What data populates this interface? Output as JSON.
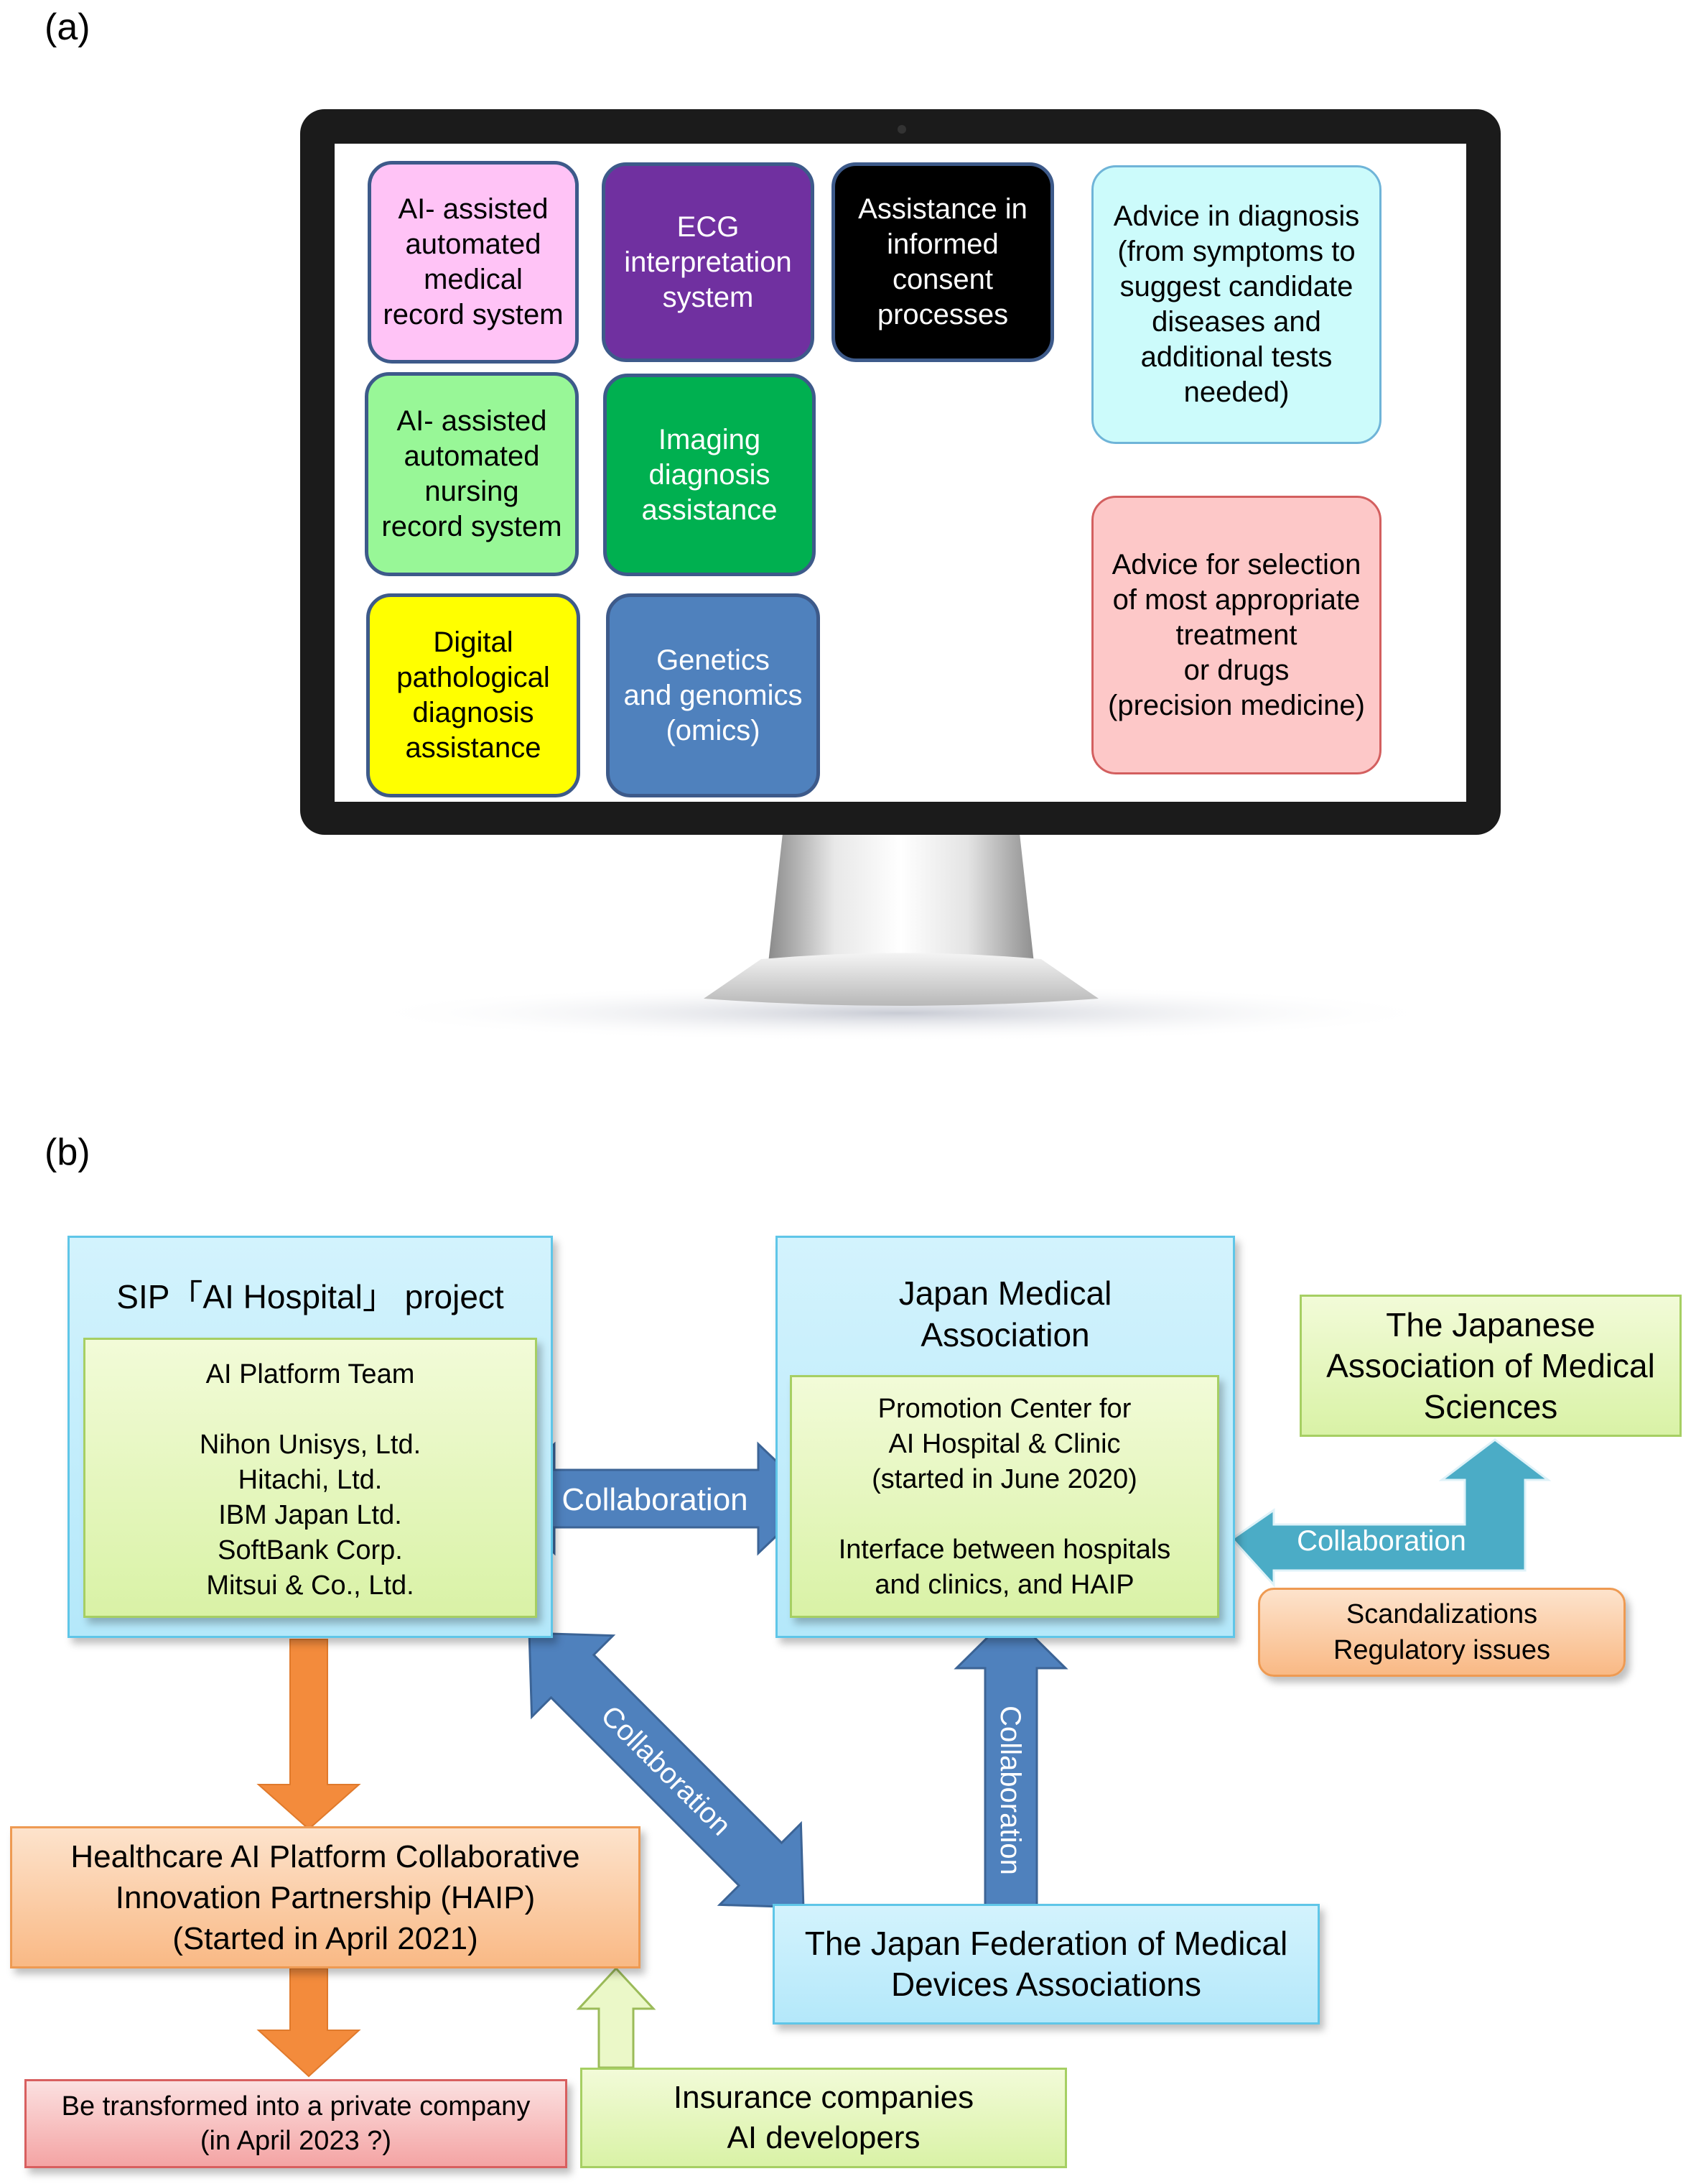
{
  "panel_a": {
    "label": "(a)",
    "tiles": [
      {
        "text": "AI- assisted\nautomated\nmedical\nrecord system",
        "bg": "#ffc3f6",
        "border": "#3d5a8a",
        "color": "#000000"
      },
      {
        "text": "ECG\ninterpretation\nsystem",
        "bg": "#7030a0",
        "border": "#3d5a8a",
        "color": "#ffffff"
      },
      {
        "text": "Assistance in\ninformed\nconsent\nprocesses",
        "bg": "#000000",
        "border": "#3d5a8a",
        "color": "#ffffff"
      },
      {
        "text": "Advice in diagnosis\n(from symptoms to\nsuggest candidate\ndiseases and\nadditional tests\nneeded)",
        "bg": "#ccfbfb",
        "border": "#6fb4d8",
        "color": "#000000"
      },
      {
        "text": "AI- assisted\nautomated\nnursing\nrecord system",
        "bg": "#98f797",
        "border": "#3d5a8a",
        "color": "#000000"
      },
      {
        "text": "Imaging\ndiagnosis\nassistance",
        "bg": "#00b050",
        "border": "#3d5a8a",
        "color": "#ffffff"
      },
      {
        "text": "Advice for selection\nof most appropriate\ntreatment\nor drugs\n(precision medicine)",
        "bg": "#fdc8c8",
        "border": "#d35f5f",
        "color": "#000000"
      },
      {
        "text": "Digital\npathological\ndiagnosis\nassistance",
        "bg": "#ffff00",
        "border": "#3d5a8a",
        "color": "#000000"
      },
      {
        "text": "Genetics\nand genomics\n(omics)",
        "bg": "#4f81bd",
        "border": "#3d5a8a",
        "color": "#ffffff"
      }
    ]
  },
  "panel_b": {
    "label": "(b)",
    "sip": {
      "title": "SIP「AI Hospital」 project",
      "inner_title": "AI Platform Team",
      "members": "Nihon Unisys, Ltd.\nHitachi, Ltd.\nIBM Japan Ltd.\nSoftBank Corp.\nMitsui & Co., Ltd."
    },
    "jma": {
      "title": "Japan Medical\nAssociation",
      "inner_text": "Promotion Center for\nAI Hospital & Clinic\n(started in June 2020)\n\nInterface between hospitals\nand clinics, and HAIP"
    },
    "jams": {
      "text": "The Japanese\nAssociation of Medical\nSciences"
    },
    "scandal": {
      "text": "Scandalizations\nRegulatory issues"
    },
    "haip": {
      "text": "Healthcare AI Platform Collaborative\nInnovation Partnership (HAIP)\n(Started in April 2021)"
    },
    "private": {
      "text": "Be transformed into a private company\n(in April 2023 ?)"
    },
    "jfmda": {
      "text": "The Japan Federation of Medical\nDevices Associations"
    },
    "insurance": {
      "text": "Insurance companies\nAI developers"
    },
    "collab_label": "Collaboration",
    "colors": {
      "arrow_blue": "#4f81bd",
      "arrow_teal": "#4bacc6",
      "arrow_orange": "#f38b3c",
      "arrow_green_fill": "#ebf8c8",
      "arrow_green_stroke": "#9bbb59"
    }
  }
}
